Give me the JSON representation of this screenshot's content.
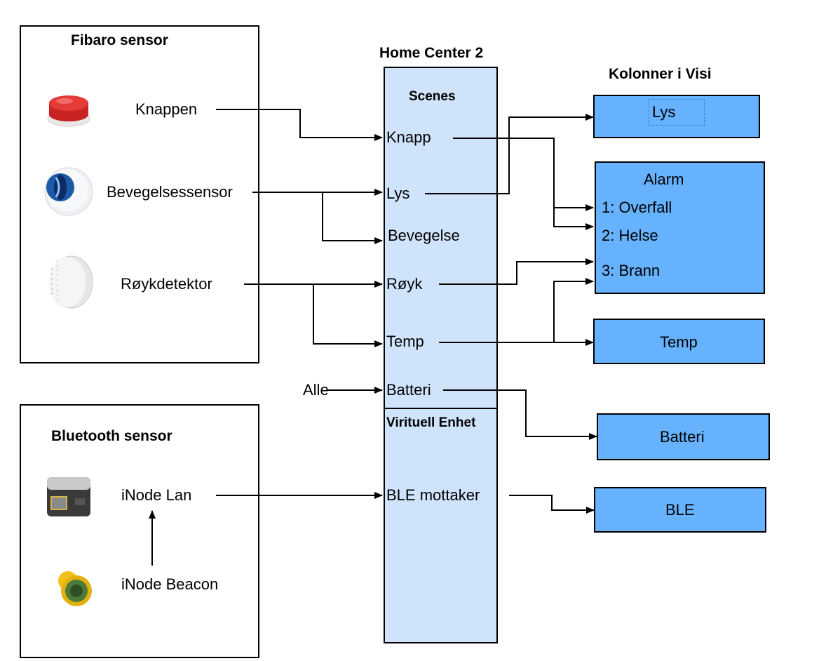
{
  "groups": {
    "fibaro": {
      "title": "Fibaro sensor"
    },
    "bluetooth": {
      "title": "Bluetooth sensor"
    },
    "home_center": {
      "title": "Home Center 2",
      "scenes_title": "Scenes",
      "virtual_title": "Virituell Enhet"
    },
    "visi": {
      "title": "Kolonner i Visi"
    }
  },
  "sensors": {
    "knappen": "Knappen",
    "bevegelse": "Bevegelsessensor",
    "royk": "Røykdetektor",
    "inode_lan": "iNode Lan",
    "inode_beacon": "iNode Beacon"
  },
  "scenes": {
    "knapp": "Knapp",
    "lys": "Lys",
    "bevegelse": "Bevegelse",
    "royk": "Røyk",
    "temp": "Temp",
    "batteri": "Batteri",
    "ble": "BLE mottaker"
  },
  "alle_label": "Alle",
  "columns": {
    "lys": "Lys",
    "alarm": "Alarm",
    "alarm_items": [
      "1: Overfall",
      "2: Helse",
      "3: Brann"
    ],
    "temp": "Temp",
    "batteri": "Batteri",
    "ble": "BLE"
  },
  "colors": {
    "column_fill": "#66b2ff",
    "hub_fill": "#cfe3fb",
    "line": "#000000"
  },
  "icons": [
    "red-button-icon",
    "motion-sensor-icon",
    "smoke-detector-icon",
    "gateway-icon",
    "beacon-icon"
  ]
}
